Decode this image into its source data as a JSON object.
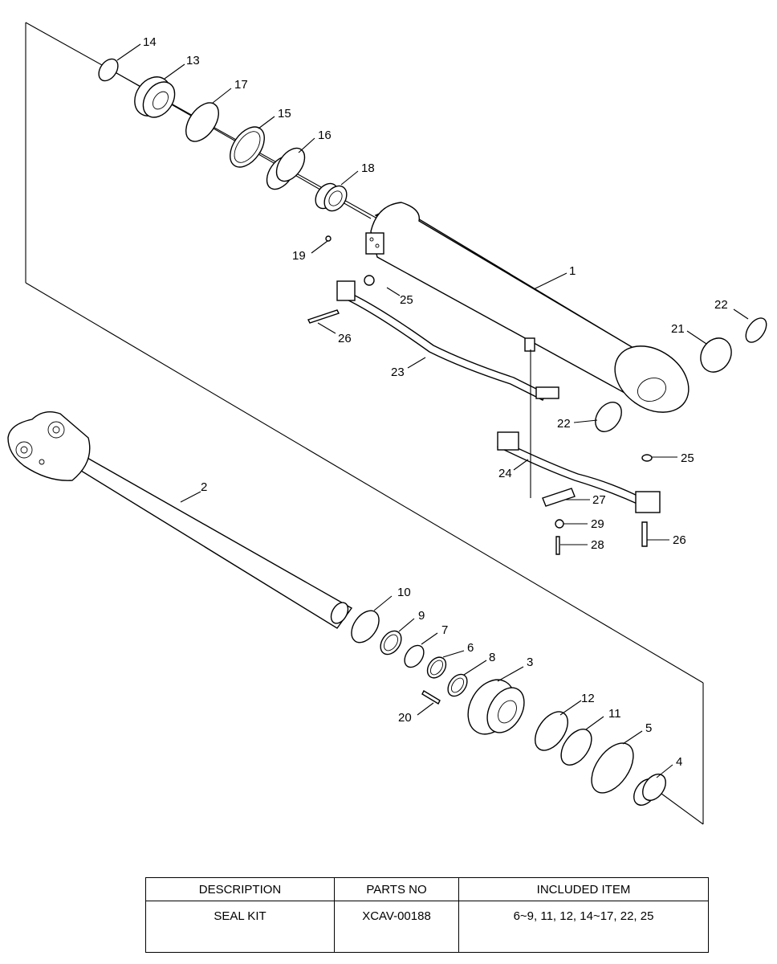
{
  "callouts": [
    "1",
    "2",
    "3",
    "4",
    "5",
    "6",
    "7",
    "8",
    "9",
    "10",
    "11",
    "12",
    "13",
    "14",
    "15",
    "16",
    "17",
    "18",
    "19",
    "20",
    "21",
    "22",
    "22",
    "23",
    "24",
    "25",
    "25",
    "26",
    "26",
    "27",
    "28",
    "29"
  ],
  "table": {
    "headers": [
      "DESCRIPTION",
      "PARTS NO",
      "INCLUDED ITEM"
    ],
    "row": {
      "description": "SEAL KIT",
      "parts_no": "XCAV-00188",
      "included": "6~9, 11, 12, 14~17, 22, 25"
    }
  }
}
